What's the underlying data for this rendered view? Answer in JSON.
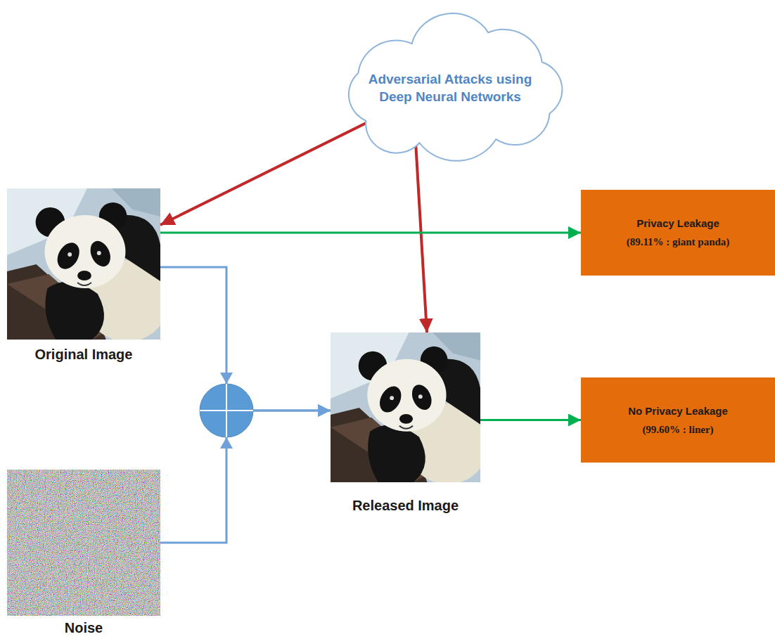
{
  "diagram": {
    "nodes": [
      {
        "text": [
          "Adversarial Attacks using Deep Neural Networks"
        ]
      },
      {
        "text": [
          "Original Image"
        ]
      },
      {
        "text": [
          "Noise"
        ]
      },
      {
        "text": [
          "Released Image"
        ]
      },
      {
        "text": [
          "Privacy Leakage",
          "(89.11% : giant panda)"
        ]
      },
      {
        "text": [
          "No Privacy Leakage",
          "(99.60% : liner)"
        ]
      }
    ],
    "edges": [
      {
        "from": 0,
        "to": 1,
        "arrow": "to"
      },
      {
        "from": 0,
        "to": 3,
        "arrow": "to"
      },
      {
        "from": 1,
        "to": 4,
        "arrow": "to"
      },
      {
        "from": 3,
        "to": 5,
        "arrow": "to"
      },
      {
        "from": 1,
        "to": 3,
        "arrow": "to"
      },
      {
        "from": 2,
        "to": 3,
        "arrow": "to"
      }
    ]
  }
}
